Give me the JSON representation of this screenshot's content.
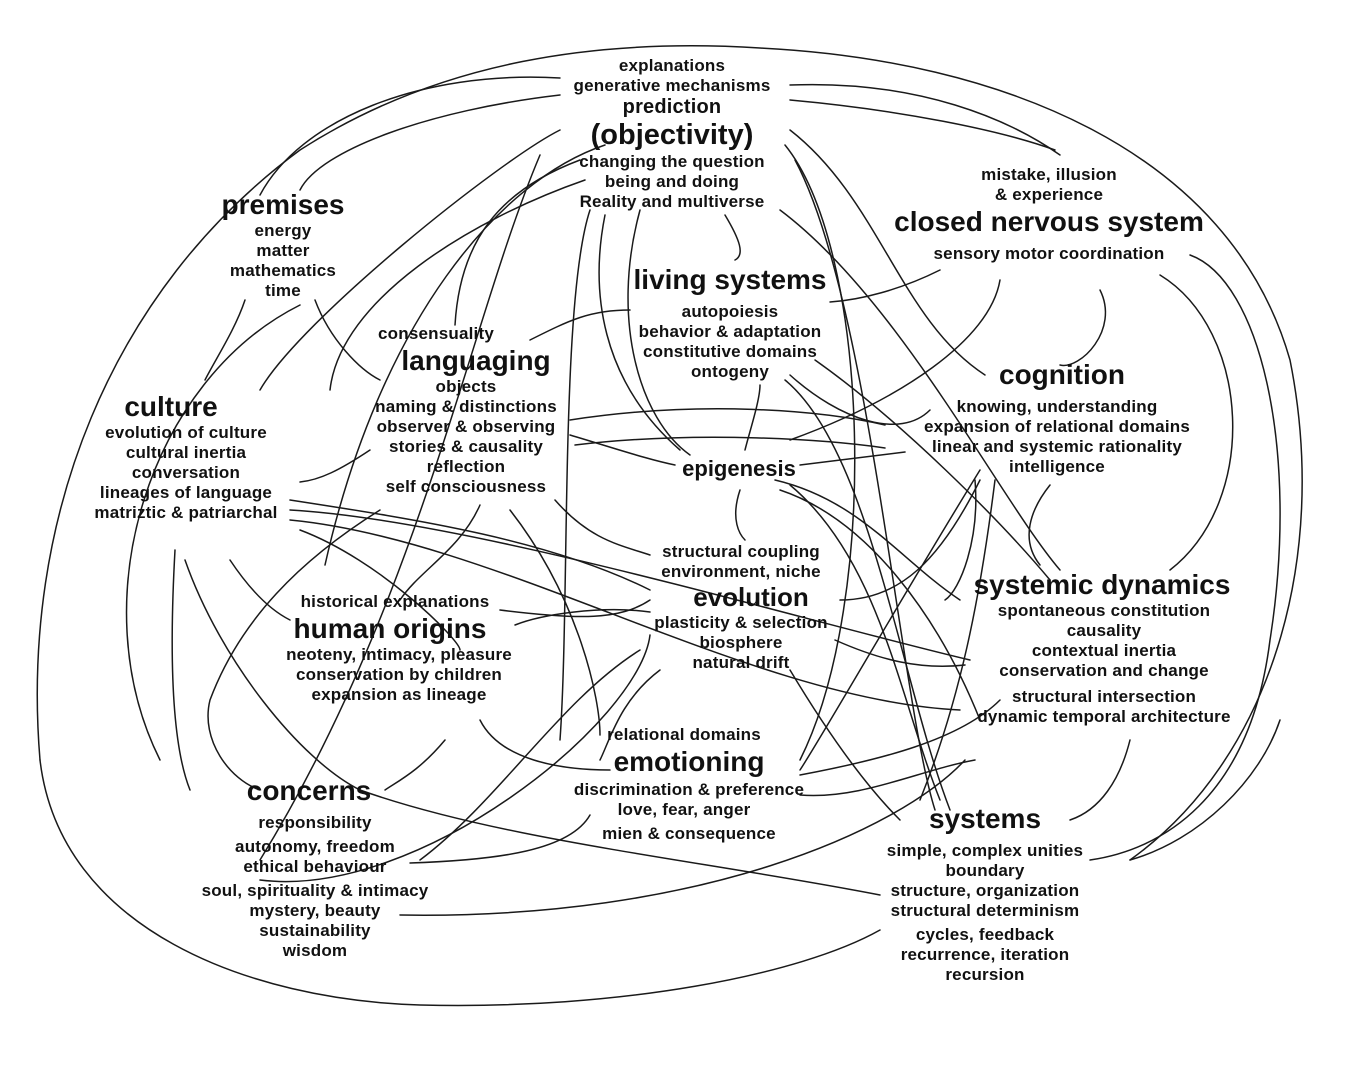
{
  "clusters": [
    {
      "id": "objectivity",
      "pre": [
        "explanations",
        "generative mechanisms",
        "prediction"
      ],
      "title": "(objectivity)",
      "items": [
        "changing the question",
        "being and doing",
        "Reality and multiverse"
      ]
    },
    {
      "id": "premises",
      "title": "premises",
      "items": [
        "energy",
        "matter",
        "mathematics",
        "time"
      ]
    },
    {
      "id": "closed-nervous-system",
      "pre": [
        "mistake, illusion",
        "& experience"
      ],
      "title": "closed nervous system",
      "items": [
        "sensory motor coordination"
      ]
    },
    {
      "id": "living-systems",
      "title": "living systems",
      "items": [
        "autopoiesis",
        "behavior & adaptation",
        "constitutive domains",
        "ontogeny"
      ]
    },
    {
      "id": "languaging",
      "pre": [
        "consensuality"
      ],
      "title": "languaging",
      "items": [
        "objects",
        "naming & distinctions",
        "observer & observing",
        "stories & causality",
        "reflection",
        "self consciousness"
      ]
    },
    {
      "id": "culture",
      "title": "culture",
      "items": [
        "evolution of culture",
        "cultural inertia",
        "conversation",
        "lineages of language",
        "matriztic & patriarchal"
      ]
    },
    {
      "id": "cognition",
      "title": "cognition",
      "items": [
        "knowing, understanding",
        "expansion of relational domains",
        "linear and systemic rationality",
        "intelligence"
      ]
    },
    {
      "id": "epigenesis",
      "title": "epigenesis",
      "items": []
    },
    {
      "id": "evolution",
      "pre": [
        "structural coupling",
        "environment, niche"
      ],
      "title": "evolution",
      "items": [
        "plasticity & selection",
        "biosphere",
        "natural drift"
      ]
    },
    {
      "id": "systemic-dynamics",
      "title": "systemic dynamics",
      "items": [
        "spontaneous constitution",
        "causality",
        "contextual inertia",
        "conservation and change",
        "structural intersection",
        "dynamic temporal architecture"
      ]
    },
    {
      "id": "human-origins",
      "pre": [
        "historical explanations"
      ],
      "title": "human origins",
      "items": [
        "neoteny, intimacy, pleasure",
        "conservation by children",
        "expansion as lineage"
      ]
    },
    {
      "id": "emotioning",
      "pre": [
        "relational domains"
      ],
      "title": "emotioning",
      "items": [
        "discrimination & preference",
        "love, fear, anger",
        "mien & consequence"
      ]
    },
    {
      "id": "concerns",
      "title": "concerns",
      "items": [
        "responsibility",
        "autonomy, freedom",
        "ethical behaviour",
        "soul, spirituality & intimacy",
        "mystery, beauty",
        "sustainability",
        "wisdom"
      ]
    },
    {
      "id": "systems",
      "title": "systems",
      "items": [
        "simple, complex unities",
        "boundary",
        "structure, organization",
        "structural determinism",
        "cycles, feedback",
        "recurrence, iteration",
        "recursion"
      ]
    }
  ]
}
